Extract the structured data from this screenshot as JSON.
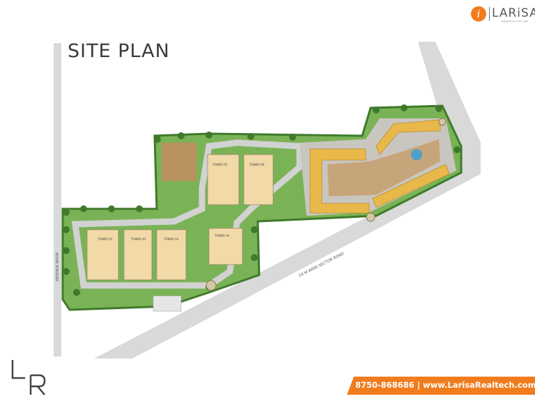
{
  "title": "SITE PLAN",
  "brand": {
    "name": "LARiSA",
    "mark": "i",
    "tagline": "REALTECH PVT LTD",
    "corner_mark": "LR",
    "accent_color": "#f07c1e"
  },
  "contact": {
    "phone": "8750-868686",
    "separator": "|",
    "website": "www.LarisaRealtech.com"
  },
  "plan": {
    "road_label": "24 M WIDE SECTOR ROAD",
    "side_road_label": "REVENUE RASTA",
    "towers": [
      "TOWER A1",
      "TOWER A2",
      "TOWER A3",
      "TOWER A4",
      "TOWER A5",
      "TOWER A6"
    ],
    "colors": {
      "landscape": "#6aa04a",
      "tree": "#3f7a2c",
      "tower": "#f2d9a8",
      "commercial": "#e8b84a",
      "paving": "#cfcfcf",
      "road": "#d9d9d9"
    }
  }
}
